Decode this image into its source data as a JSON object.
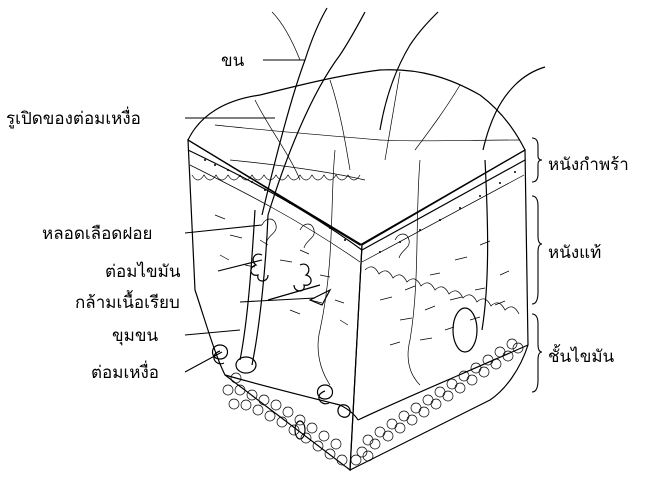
{
  "diagram": {
    "labels_left": {
      "hair": "ขน",
      "sweat_pore": "รูเปิดของต่อมเหงื่อ",
      "capillaries": "หลอดเลือดฝอย",
      "sebaceous_gland": "ต่อมไขมัน",
      "smooth_muscle": "กล้ามเนื้อเรียบ",
      "hair_follicle": "ขุมขน",
      "sweat_gland": "ต่อมเหงื่อ"
    },
    "labels_right": {
      "epidermis": "หนังกำพร้า",
      "dermis": "หนังแท้",
      "subcutaneous_fat": "ชั้นไขมัน"
    }
  }
}
